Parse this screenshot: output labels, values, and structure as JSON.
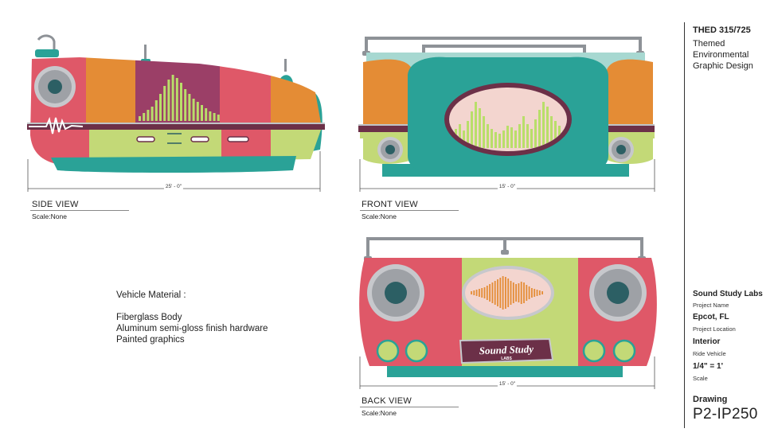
{
  "views": {
    "side": {
      "label": "SIDE VIEW",
      "scale": "Scale:None",
      "dimension": "25' - 0\""
    },
    "front": {
      "label": "FRONT VIEW",
      "scale": "Scale:None",
      "dimension": "15' - 0\""
    },
    "back": {
      "label": "BACK VIEW",
      "scale": "Scale:None",
      "dimension": "15' - 0\""
    }
  },
  "materials": {
    "heading": "Vehicle Material :",
    "items": [
      "Fiberglass Body",
      "Aluminum semi-gloss finish hardware",
      "Painted graphics"
    ]
  },
  "logo": {
    "line1": "Sound Study",
    "line2": "LABS"
  },
  "title_block": {
    "course": "THED 315/725",
    "course_desc": "Themed Environmental Graphic Design",
    "project_name": "Sound Study Labs",
    "project_name_caption": "Project Name",
    "project_location": "Epcot, FL",
    "project_location_caption": "Project Location",
    "ride_vehicle": "Interior",
    "ride_vehicle_caption": "Ride Vehicle",
    "scale": "1/4\" = 1'",
    "scale_caption": "Scale",
    "drawing_caption": "Drawing",
    "drawing_number": "P2-IP250"
  },
  "colors": {
    "coral": "#df5868",
    "orange": "#e48c35",
    "plum": "#9b3f67",
    "lime": "#c3d977",
    "teal": "#2aa297",
    "dark_teal": "#2c5f64",
    "purple": "#6c3048",
    "mint": "#a7d8d1",
    "rail_gray": "#8e9297",
    "eq_green": "#b9de6a"
  }
}
